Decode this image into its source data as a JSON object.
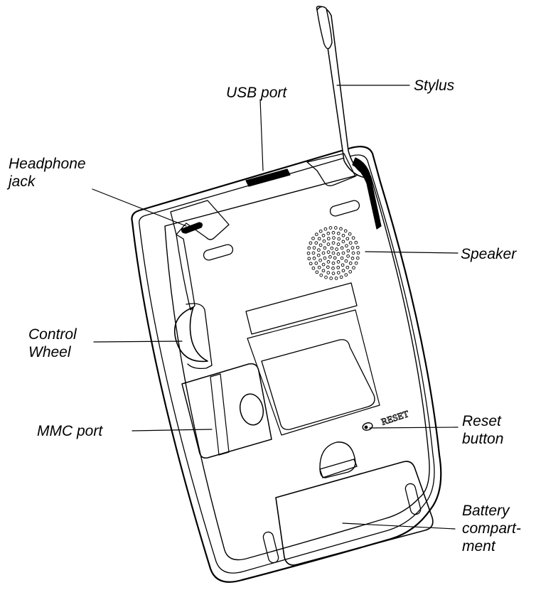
{
  "labels": {
    "stylus": "Stylus",
    "usb_port": "USB port",
    "headphone_jack": [
      "Headphone",
      "jack"
    ],
    "speaker": "Speaker",
    "control_wheel": [
      "Control",
      "Wheel"
    ],
    "mmc_port": "MMC port",
    "reset_button": [
      "Reset",
      "button"
    ],
    "battery_compartment": [
      "Battery",
      "compart-",
      "ment"
    ],
    "reset_engraving": "RESET"
  },
  "colors": {
    "ink": "#000000",
    "paper": "#ffffff"
  }
}
